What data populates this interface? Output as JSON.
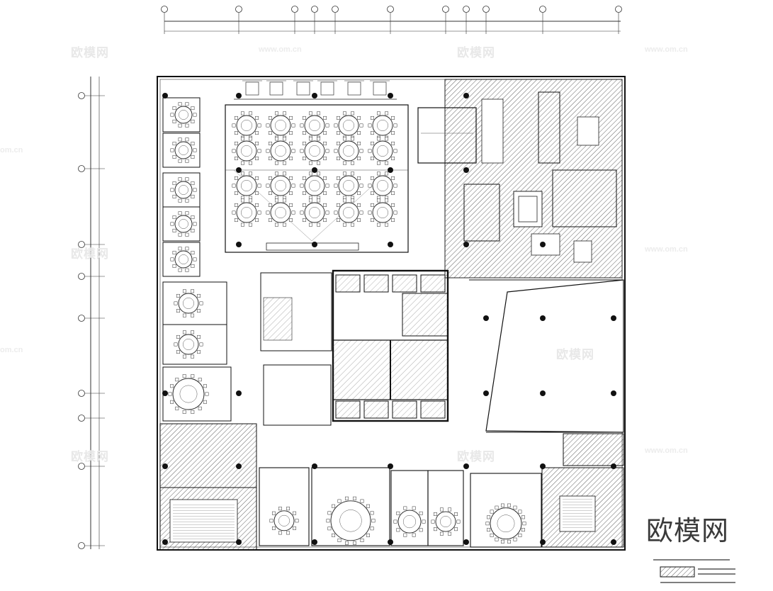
{
  "watermark": {
    "brand": "欧模网",
    "url": "www.om.cn",
    "url_short": "om.cn"
  },
  "drawing": {
    "hatch_color": "#3a3a3a",
    "line_color": "#1a1a1a",
    "furniture_color": "#555555"
  }
}
